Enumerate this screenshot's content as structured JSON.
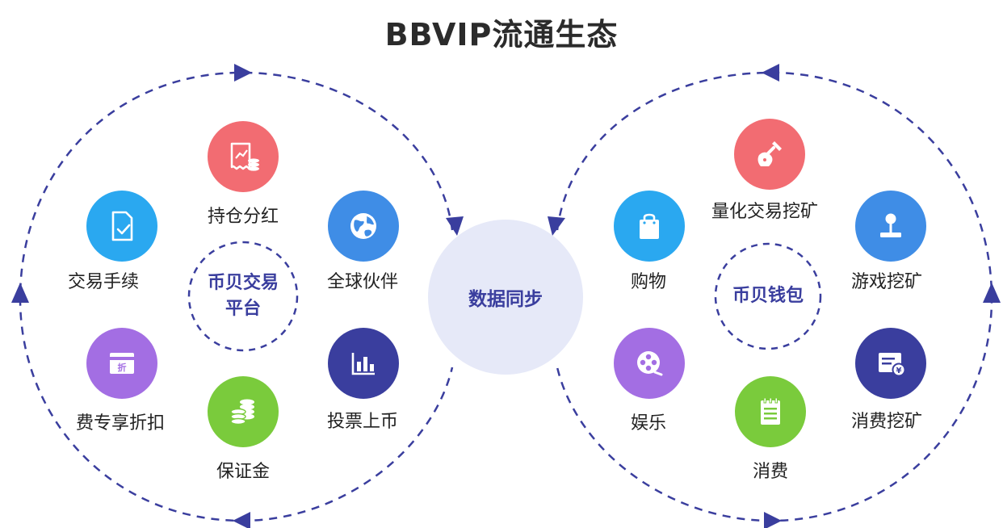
{
  "title": "BBVIP流通生态",
  "center": {
    "label": "数据同步"
  },
  "left_hub": {
    "line1": "币贝交易",
    "line2": "平台"
  },
  "right_hub": {
    "label": "币贝钱包"
  },
  "left_nodes": [
    {
      "label": "持仓分红",
      "color": "#f26c72",
      "icon": "report-coins-icon"
    },
    {
      "label": "交易手续",
      "color": "#2aa8f0",
      "icon": "document-check-icon"
    },
    {
      "label": "全球伙伴",
      "color": "#3f8de6",
      "icon": "globe-icon"
    },
    {
      "label": "费专享折扣",
      "color": "#a36ee3",
      "icon": "discount-card-icon",
      "badge": "折"
    },
    {
      "label": "投票上币",
      "color": "#3a3e9e",
      "icon": "bar-chart-icon"
    },
    {
      "label": "保证金",
      "color": "#7acb3c",
      "icon": "coin-stack-icon"
    }
  ],
  "right_nodes": [
    {
      "label": "量化交易挖矿",
      "color": "#f26c72",
      "icon": "shovel-icon"
    },
    {
      "label": "购物",
      "color": "#2aa8f0",
      "icon": "shopping-bag-icon"
    },
    {
      "label": "游戏挖矿",
      "color": "#3f8de6",
      "icon": "joystick-icon"
    },
    {
      "label": "娱乐",
      "color": "#a36ee3",
      "icon": "film-reel-icon"
    },
    {
      "label": "消费挖矿",
      "color": "#3a3e9e",
      "icon": "payment-card-icon",
      "badge": "¥"
    },
    {
      "label": "消费",
      "color": "#7acb3c",
      "icon": "notepad-icon"
    }
  ],
  "colors": {
    "accent": "#3a3e9e",
    "center_fill": "#e6e9f8"
  }
}
